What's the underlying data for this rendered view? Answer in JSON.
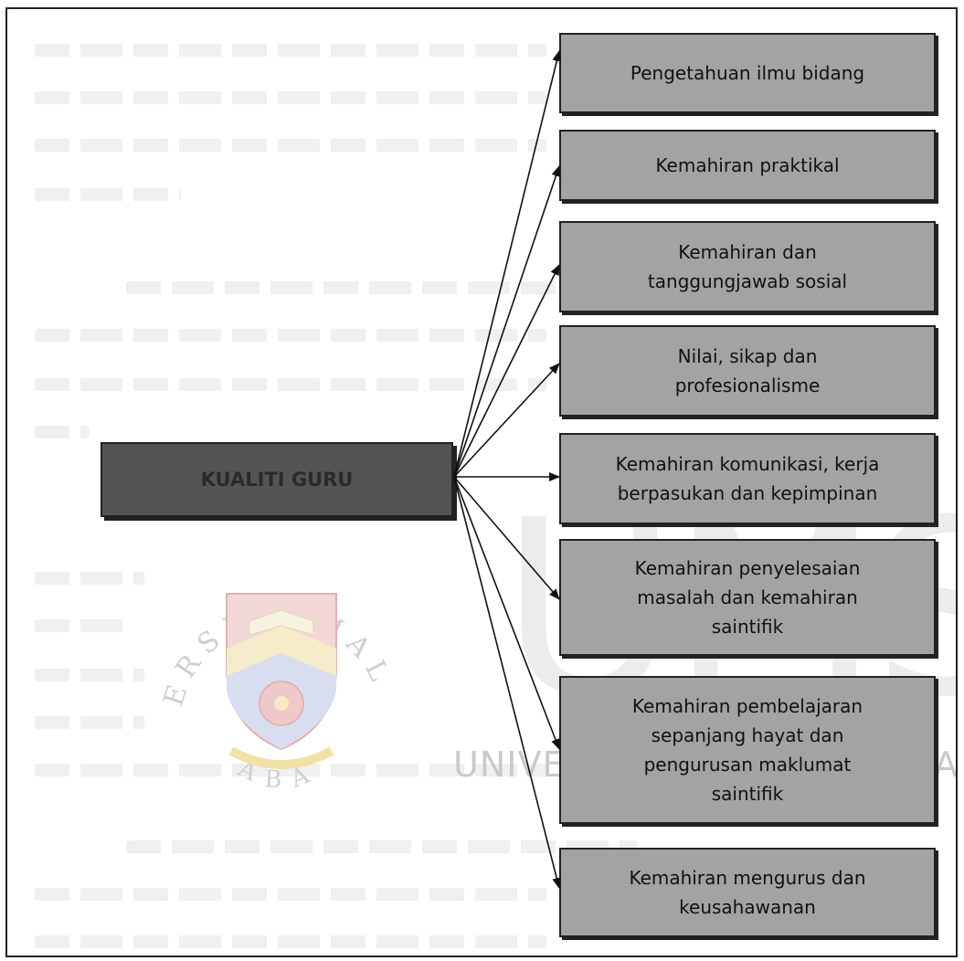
{
  "center": {
    "label": "KUALITI GURU"
  },
  "nodes": [
    {
      "label": "Pengetahuan ilmu bidang"
    },
    {
      "label": "Kemahiran praktikal"
    },
    {
      "label": "Kemahiran dan tanggungjawab sosial"
    },
    {
      "label": "Nilai, sikap dan profesionalisme"
    },
    {
      "label": "Kemahiran komunikasi, kerja berpasukan dan kepimpinan"
    },
    {
      "label": "Kemahiran penyelesaian masalah dan kemahiran saintifik"
    },
    {
      "label": "Kemahiran pembelajaran sepanjang hayat dan pengurusan maklumat saintifik"
    },
    {
      "label": "Kemahiran mengurus dan keusahawanan"
    }
  ],
  "watermark": {
    "letters": "UMS",
    "caption": "UNIVERSITI MALAYSIA SABAH",
    "seal_top": "UNIVERSITI MALAYSIA",
    "seal_bottom": "SABAH"
  }
}
